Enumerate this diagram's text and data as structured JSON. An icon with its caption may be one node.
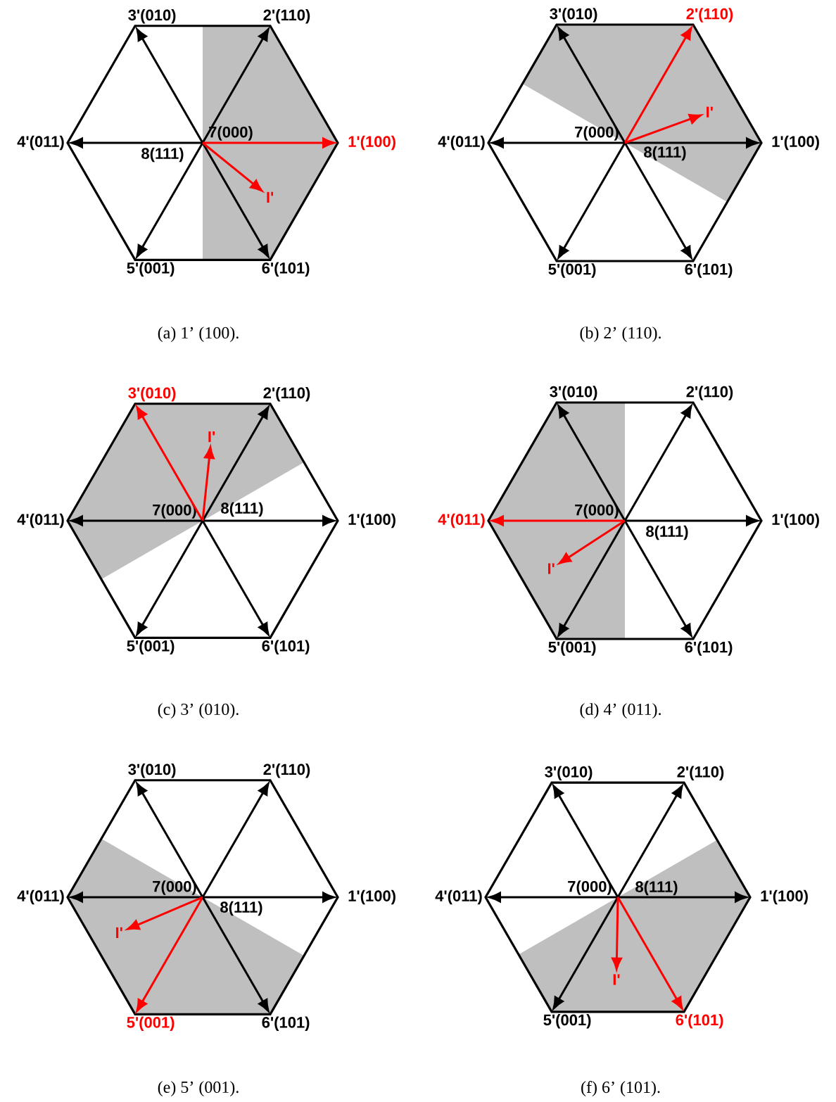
{
  "diagram": {
    "nodes": [
      {
        "text": [
          "7(000)"
        ]
      },
      {
        "text": [
          "3'(010)"
        ]
      },
      {
        "text": [
          "2'(110)"
        ]
      },
      {
        "text": [
          "4'(011)"
        ]
      },
      {
        "text": [
          "1'(100)"
        ]
      },
      {
        "text": [
          "5'(001)"
        ]
      },
      {
        "text": [
          "6'(101)"
        ]
      },
      {
        "text": [
          "I'"
        ]
      },
      {
        "text": [
          "7(000)"
        ]
      },
      {
        "text": [
          "3'(010)"
        ]
      },
      {
        "text": [
          "2'(110)"
        ]
      },
      {
        "text": [
          "4'(011)"
        ]
      },
      {
        "text": [
          "1'(100)"
        ]
      },
      {
        "text": [
          "5'(001)"
        ]
      },
      {
        "text": [
          "6'(101)"
        ]
      },
      {
        "text": [
          "I'"
        ]
      },
      {
        "text": [
          "7(000)"
        ]
      },
      {
        "text": [
          "3'(010)"
        ]
      },
      {
        "text": [
          "2'(110)"
        ]
      },
      {
        "text": [
          "4'(011)"
        ]
      },
      {
        "text": [
          "1'(100)"
        ]
      },
      {
        "text": [
          "5'(001)"
        ]
      },
      {
        "text": [
          "6'(101)"
        ]
      },
      {
        "text": [
          "I'"
        ]
      },
      {
        "text": [
          "7(000)"
        ]
      },
      {
        "text": [
          "3'(010)"
        ]
      },
      {
        "text": [
          "2'(110)"
        ]
      },
      {
        "text": [
          "4'(011)"
        ]
      },
      {
        "text": [
          "1'(100)"
        ]
      },
      {
        "text": [
          "5'(001)"
        ]
      },
      {
        "text": [
          "6'(101)"
        ]
      },
      {
        "text": [
          "I'"
        ]
      },
      {
        "text": [
          "7(000)"
        ]
      },
      {
        "text": [
          "3'(010)"
        ]
      },
      {
        "text": [
          "2'(110)"
        ]
      },
      {
        "text": [
          "4'(011)"
        ]
      },
      {
        "text": [
          "1'(100)"
        ]
      },
      {
        "text": [
          "5'(001)"
        ]
      },
      {
        "text": [
          "6'(101)"
        ]
      },
      {
        "text": [
          "I'"
        ]
      },
      {
        "text": [
          "7(000)"
        ]
      },
      {
        "text": [
          "3'(010)"
        ]
      },
      {
        "text": [
          "2'(110)"
        ]
      },
      {
        "text": [
          "4'(011)"
        ]
      },
      {
        "text": [
          "1'(100)"
        ]
      },
      {
        "text": [
          "5'(001)"
        ]
      },
      {
        "text": [
          "6'(101)"
        ]
      },
      {
        "text": [
          "I'"
        ]
      }
    ],
    "edges": [
      {
        "from": 0,
        "to": 1,
        "arrow": "to"
      },
      {
        "from": 0,
        "to": 2,
        "arrow": "to"
      },
      {
        "from": 0,
        "to": 3,
        "arrow": "to"
      },
      {
        "from": 0,
        "to": 4,
        "arrow": "to",
        "color": "#ff0000"
      },
      {
        "from": 0,
        "to": 5,
        "arrow": "to"
      },
      {
        "from": 0,
        "to": 6,
        "arrow": "to"
      },
      {
        "from": 0,
        "to": 7,
        "arrow": "to",
        "color": "#ff0000"
      },
      {
        "from": 8,
        "to": 9,
        "arrow": "to"
      },
      {
        "from": 8,
        "to": 10,
        "arrow": "to",
        "color": "#ff0000"
      },
      {
        "from": 8,
        "to": 11,
        "arrow": "to"
      },
      {
        "from": 8,
        "to": 12,
        "arrow": "to"
      },
      {
        "from": 8,
        "to": 13,
        "arrow": "to"
      },
      {
        "from": 8,
        "to": 14,
        "arrow": "to"
      },
      {
        "from": 8,
        "to": 15,
        "arrow": "to",
        "color": "#ff0000"
      },
      {
        "from": 16,
        "to": 17,
        "arrow": "to",
        "color": "#ff0000"
      },
      {
        "from": 16,
        "to": 18,
        "arrow": "to"
      },
      {
        "from": 16,
        "to": 19,
        "arrow": "to"
      },
      {
        "from": 16,
        "to": 20,
        "arrow": "to"
      },
      {
        "from": 16,
        "to": 21,
        "arrow": "to"
      },
      {
        "from": 16,
        "to": 22,
        "arrow": "to"
      },
      {
        "from": 16,
        "to": 23,
        "arrow": "to",
        "color": "#ff0000"
      },
      {
        "from": 24,
        "to": 25,
        "arrow": "to"
      },
      {
        "from": 24,
        "to": 26,
        "arrow": "to"
      },
      {
        "from": 24,
        "to": 27,
        "arrow": "to",
        "color": "#ff0000"
      },
      {
        "from": 24,
        "to": 28,
        "arrow": "to"
      },
      {
        "from": 24,
        "to": 29,
        "arrow": "to"
      },
      {
        "from": 24,
        "to": 30,
        "arrow": "to"
      },
      {
        "from": 24,
        "to": 31,
        "arrow": "to",
        "color": "#ff0000"
      },
      {
        "from": 32,
        "to": 33,
        "arrow": "to"
      },
      {
        "from": 32,
        "to": 34,
        "arrow": "to"
      },
      {
        "from": 32,
        "to": 35,
        "arrow": "to"
      },
      {
        "from": 32,
        "to": 36,
        "arrow": "to"
      },
      {
        "from": 32,
        "to": 37,
        "arrow": "to",
        "color": "#ff0000"
      },
      {
        "from": 32,
        "to": 38,
        "arrow": "to"
      },
      {
        "from": 32,
        "to": 39,
        "arrow": "to",
        "color": "#ff0000"
      },
      {
        "from": 40,
        "to": 41,
        "arrow": "to"
      },
      {
        "from": 40,
        "to": 42,
        "arrow": "to"
      },
      {
        "from": 40,
        "to": 43,
        "arrow": "to"
      },
      {
        "from": 40,
        "to": 44,
        "arrow": "to"
      },
      {
        "from": 40,
        "to": 45,
        "arrow": "to"
      },
      {
        "from": 40,
        "to": 46,
        "arrow": "to",
        "color": "#ff0000"
      },
      {
        "from": 40,
        "to": 47,
        "arrow": "to",
        "color": "#ff0000"
      }
    ],
    "labels": [
      "8(111)",
      "(a) 1’ (100).",
      "8(111)",
      "(b) 2’ (110).",
      "8(111)",
      "(c) 3’ (010).",
      "8(111)",
      "(d) 4’ (011).",
      "8(111)",
      "(e) 5’ (001).",
      "8(111)",
      "(f) 6’ (101)."
    ]
  }
}
